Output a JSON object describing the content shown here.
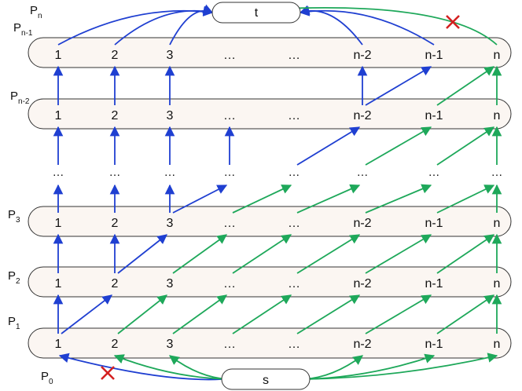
{
  "columns": [
    "1",
    "2",
    "3",
    "…",
    "…",
    "n-2",
    "n-1",
    "n"
  ],
  "gap_marker": "…",
  "source_label": "s",
  "sink_label": "t",
  "levels": [
    {
      "id": "P1",
      "base": "P",
      "sub": "1",
      "row": 1
    },
    {
      "id": "P2",
      "base": "P",
      "sub": "2",
      "row": 2
    },
    {
      "id": "P3",
      "base": "P",
      "sub": "3",
      "row": 3
    },
    {
      "id": "Pn-2",
      "base": "P",
      "sub": "n-2",
      "row": 5
    },
    {
      "id": "Pn-1",
      "base": "P",
      "sub": "n-1",
      "row": 6
    }
  ],
  "outer_labels": [
    {
      "id": "P0",
      "base": "P",
      "sub": "0"
    },
    {
      "id": "Pn",
      "base": "P",
      "sub": "n"
    }
  ],
  "colors": {
    "blue_path": "#1f3fd1",
    "green_path": "#1ea85a",
    "cross": "#d42020",
    "lane_fill": "#fbf6f2",
    "lane_stroke": "#333333"
  },
  "source_edges": {
    "blue_targets": [
      0
    ],
    "green_targets": [
      1,
      2,
      5,
      6,
      7
    ],
    "cross_on": "blue"
  },
  "sink_edges": {
    "blue_sources": [
      0,
      1,
      2,
      5,
      6
    ],
    "green_sources": [
      7
    ],
    "cross_on": "green"
  },
  "transitions": [
    {
      "from_row": 1,
      "blue": [
        [
          0,
          0
        ],
        [
          0,
          1
        ]
      ],
      "green": [
        [
          1,
          2
        ],
        [
          2,
          3
        ],
        [
          3,
          4
        ],
        [
          4,
          5
        ],
        [
          5,
          6
        ],
        [
          6,
          7
        ],
        [
          7,
          7
        ]
      ]
    },
    {
      "from_row": 2,
      "blue": [
        [
          0,
          0
        ],
        [
          1,
          1
        ],
        [
          1,
          2
        ]
      ],
      "green": [
        [
          2,
          3
        ],
        [
          3,
          4
        ],
        [
          4,
          5
        ],
        [
          5,
          6
        ],
        [
          6,
          7
        ],
        [
          7,
          7
        ]
      ]
    },
    {
      "from_row": 3,
      "blue": [
        [
          0,
          0
        ],
        [
          1,
          1
        ],
        [
          2,
          2
        ],
        [
          2,
          3
        ]
      ],
      "green": [
        [
          3,
          4
        ],
        [
          4,
          5
        ],
        [
          5,
          6
        ],
        [
          6,
          7
        ],
        [
          7,
          7
        ]
      ]
    },
    {
      "from_row": 4,
      "blue": [
        [
          0,
          0
        ],
        [
          1,
          1
        ],
        [
          2,
          2
        ],
        [
          3,
          3
        ],
        [
          4,
          5
        ]
      ],
      "green": [
        [
          5,
          6
        ],
        [
          6,
          7
        ],
        [
          7,
          7
        ]
      ]
    },
    {
      "from_row": 5,
      "blue": [
        [
          0,
          0
        ],
        [
          1,
          1
        ],
        [
          2,
          2
        ],
        [
          5,
          5
        ],
        [
          5,
          6
        ]
      ],
      "green": [
        [
          6,
          7
        ],
        [
          7,
          7
        ]
      ]
    }
  ]
}
